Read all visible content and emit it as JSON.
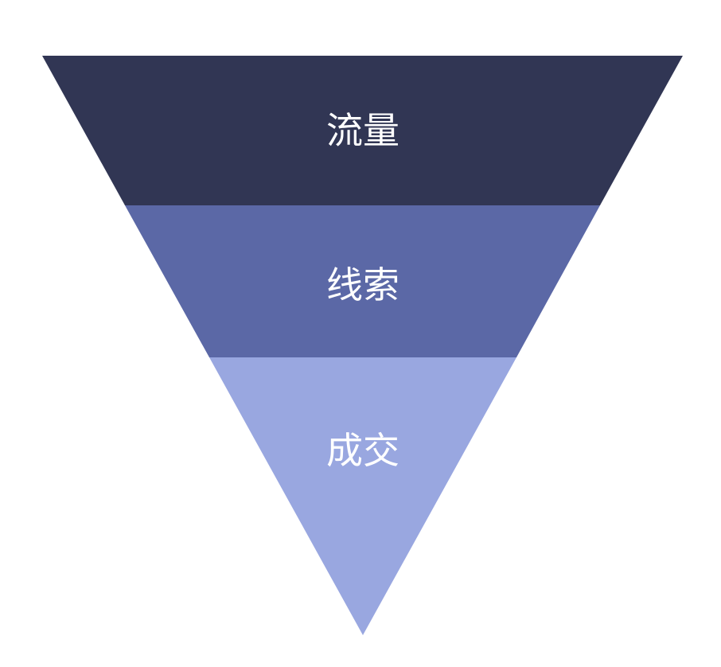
{
  "funnel": {
    "stages": [
      {
        "label": "流量",
        "color": "#313654"
      },
      {
        "label": "线索",
        "color": "#5b68a6"
      },
      {
        "label": "成交",
        "color": "#99a7e0"
      }
    ]
  }
}
